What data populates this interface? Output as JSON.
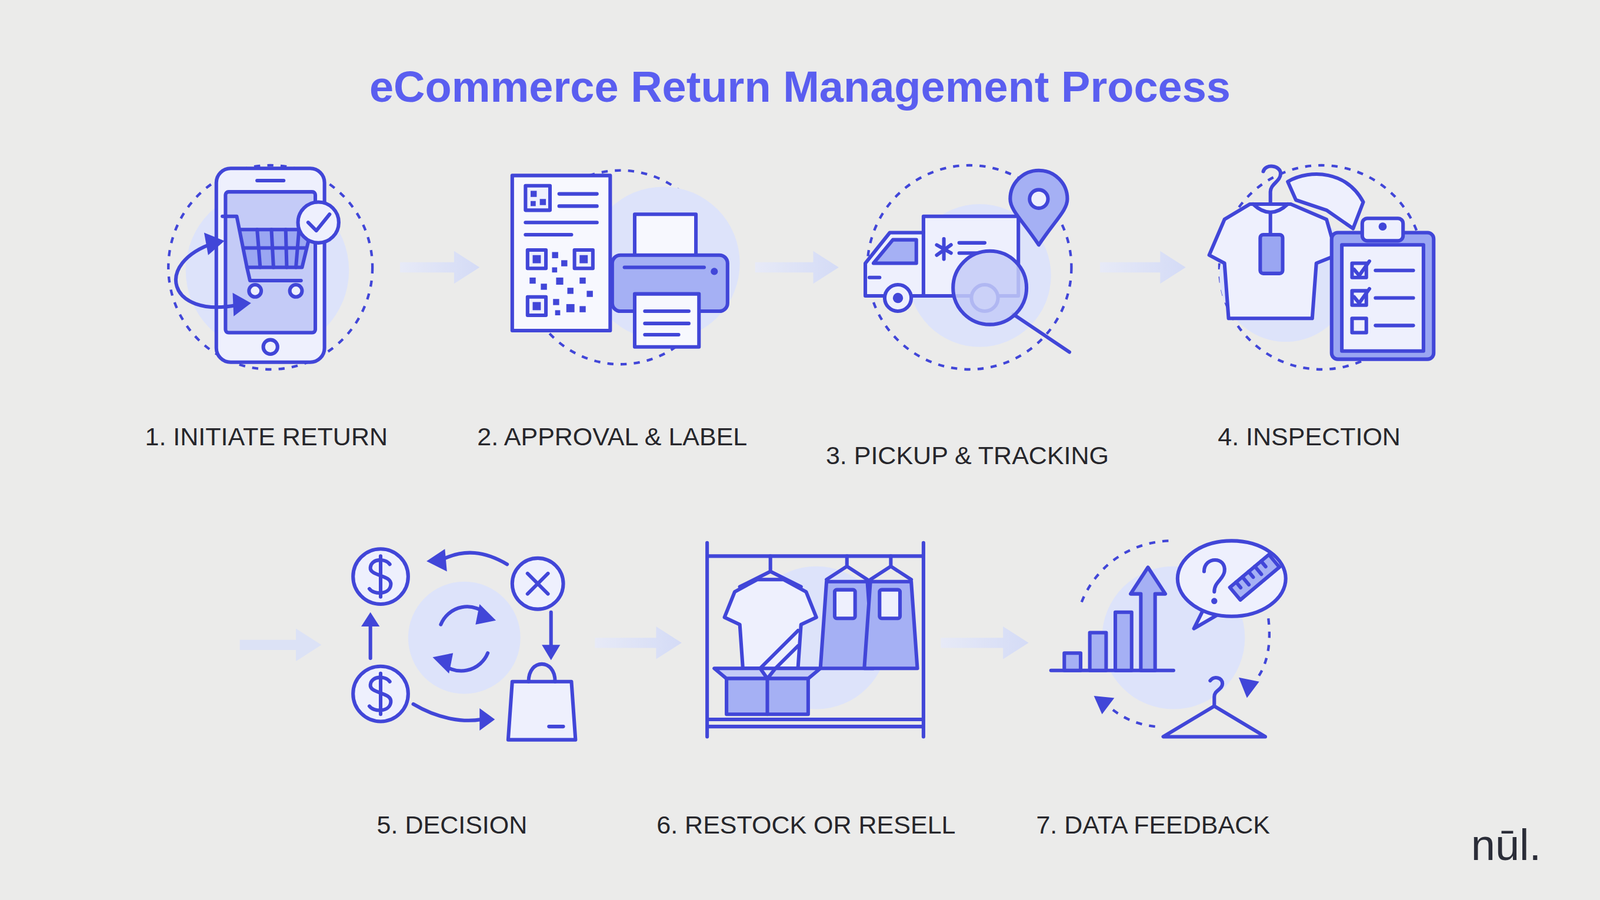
{
  "diagram": {
    "title": "eCommerce Return Management Process",
    "nodes": [
      {
        "text": [
          "1. INITIATE RETURN"
        ]
      },
      {
        "text": [
          "2. APPROVAL & LABEL"
        ]
      },
      {
        "text": [
          "3. PICKUP & TRACKING"
        ]
      },
      {
        "text": [
          "4. INSPECTION"
        ]
      },
      {
        "text": [
          "5. DECISION"
        ]
      },
      {
        "text": [
          "6. RESTOCK OR RESELL"
        ]
      },
      {
        "text": [
          "7. DATA FEEDBACK"
        ]
      }
    ],
    "edges": [
      {
        "from": 0,
        "to": 1,
        "arrow": "to"
      },
      {
        "from": 1,
        "to": 2,
        "arrow": "to"
      },
      {
        "from": 2,
        "to": 3,
        "arrow": "to"
      },
      {
        "from": 4,
        "to": 5,
        "arrow": "to"
      },
      {
        "from": 5,
        "to": 6,
        "arrow": "to"
      }
    ],
    "labels": [
      "nūl."
    ]
  }
}
